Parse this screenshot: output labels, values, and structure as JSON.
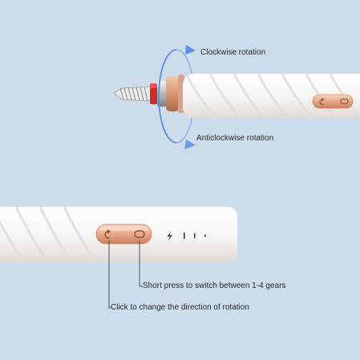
{
  "labels": {
    "clockwise": "Clockwise rotation",
    "anticlockwise": "Anticlockwise rotation",
    "short_press": "Short press to switch between 1-4 gears",
    "click_direction": "Click to change the direction of rotation"
  },
  "icons": {
    "direction_button": "rotate-arrow-icon",
    "gear_button": "loop-icon",
    "speed_indicator": "lightning-icon"
  },
  "colors": {
    "background": "#cddcea",
    "rotation_arrow": "#5b8fe0",
    "button_copper": "#e6a886",
    "collet_red": "#d22a2a",
    "callout_line": "#444444"
  }
}
